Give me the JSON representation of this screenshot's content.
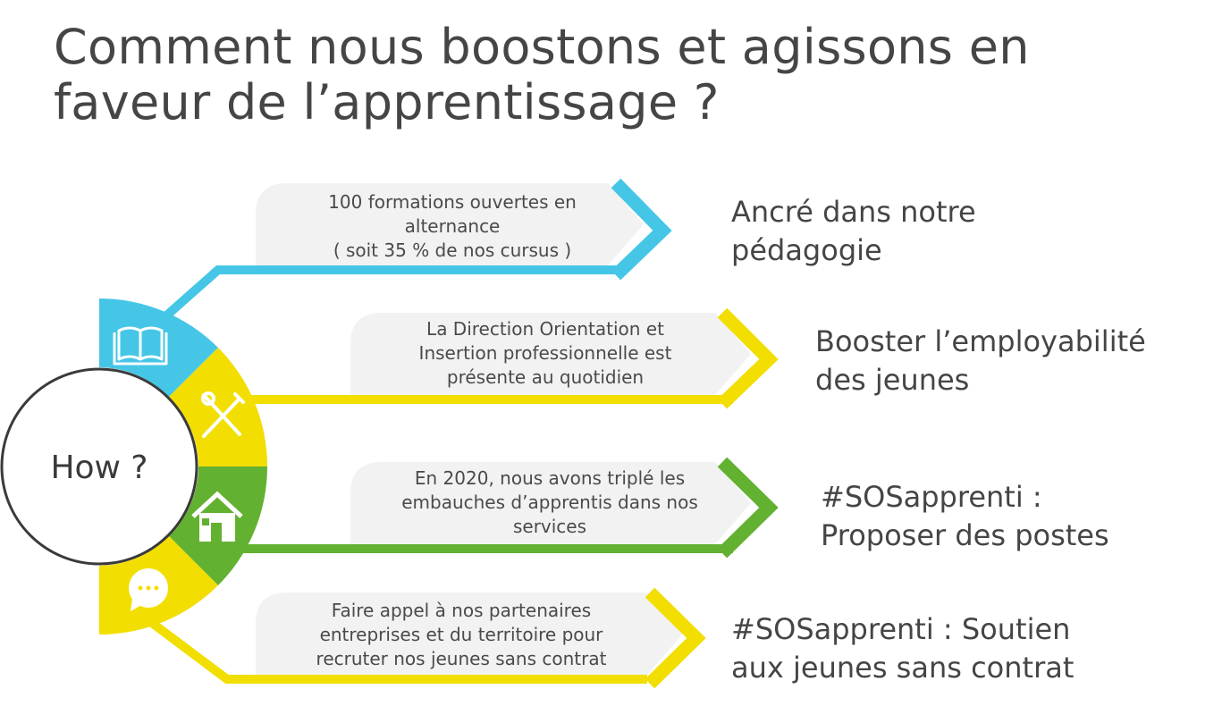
{
  "title": "Comment nous boostons et agissons en faveur de l’apprentissage ?",
  "center_label": "How ?",
  "colors": {
    "blue": "#45c6e6",
    "yellow": "#f2de00",
    "green": "#63b130",
    "box": "#f2f2f2",
    "text": "#454545"
  },
  "items": [
    {
      "icon": "book-icon",
      "color": "blue",
      "box_lines": [
        "100 formations ouvertes en",
        "alternance",
        "( soit 35 % de nos cursus )"
      ],
      "heading_lines": [
        "Ancré dans notre",
        "pédagogie"
      ]
    },
    {
      "icon": "tools-icon",
      "color": "yellow",
      "box_lines": [
        "La Direction Orientation et",
        "Insertion professionnelle est",
        "présente au quotidien"
      ],
      "heading_lines": [
        "Booster l’employabilité",
        "des jeunes"
      ]
    },
    {
      "icon": "house-icon",
      "color": "green",
      "box_lines": [
        "En 2020, nous avons triplé les",
        "embauches d’apprentis dans nos",
        "services"
      ],
      "heading_lines": [
        "#SOSapprenti :",
        "Proposer des postes"
      ]
    },
    {
      "icon": "chat-bubble-icon",
      "color": "yellow",
      "box_lines": [
        "Faire appel à nos partenaires",
        "entreprises et du territoire pour",
        "recruter nos jeunes sans contrat"
      ],
      "heading_lines": [
        "#SOSapprenti : Soutien",
        "aux jeunes sans contrat"
      ]
    }
  ]
}
